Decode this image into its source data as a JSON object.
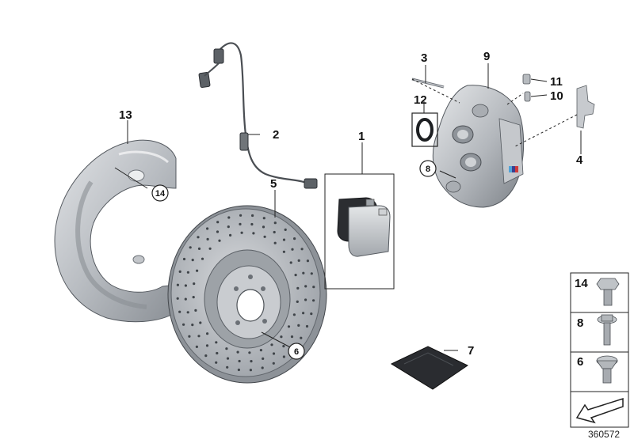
{
  "callouts": {
    "c1": "1",
    "c2": "2",
    "c3": "3",
    "c4": "4",
    "c5": "5",
    "c6": "6",
    "c7": "7",
    "c8": "8",
    "c9": "9",
    "c10": "10",
    "c11": "11",
    "c12": "12",
    "c13": "13",
    "c14": "14"
  },
  "side_panel": {
    "items": [
      "14",
      "8",
      "6"
    ]
  },
  "reference_number": "360572",
  "colors": {
    "line": "#222222",
    "metal_light": "#cfd2d6",
    "metal_mid": "#a7abb1",
    "metal_dark": "#6e7379",
    "pad_dark": "#2b2d31"
  }
}
